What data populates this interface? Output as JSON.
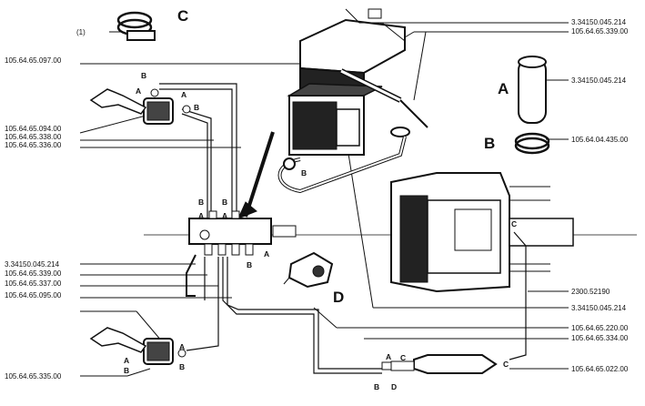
{
  "callouts": {
    "big": {
      "a": "A",
      "b": "B",
      "c": "C",
      "d": "D"
    },
    "small": {
      "a": "A",
      "b": "B",
      "c": "C",
      "d": "D"
    }
  },
  "parts": {
    "note_1": "(1)",
    "p_097": "105.64.65.097.00",
    "p_094": "105.64.65.094.00",
    "p_338": "105.64.65.338.00",
    "p_336": "105.64.65.336.00",
    "p_3341": "3.34150.045.214",
    "p_339": "105.64.65.339.00",
    "p_337": "105.64.65.337.00",
    "p_095": "105.64.65.095.00",
    "p_335": "105.64.65.335.00",
    "r_3341": "3.34150.045.214",
    "r_339": "105.64.65.339.00",
    "r_3341_a": "3.34150.045.214",
    "r_435": "105.64.04.435.00",
    "r_2300": "2300.52190",
    "r_3341_b": "3.34150.045.214",
    "r_220": "105.64.65.220.00",
    "r_334": "105.64.65.334.00",
    "r_022": "105.64.65.022.00"
  }
}
